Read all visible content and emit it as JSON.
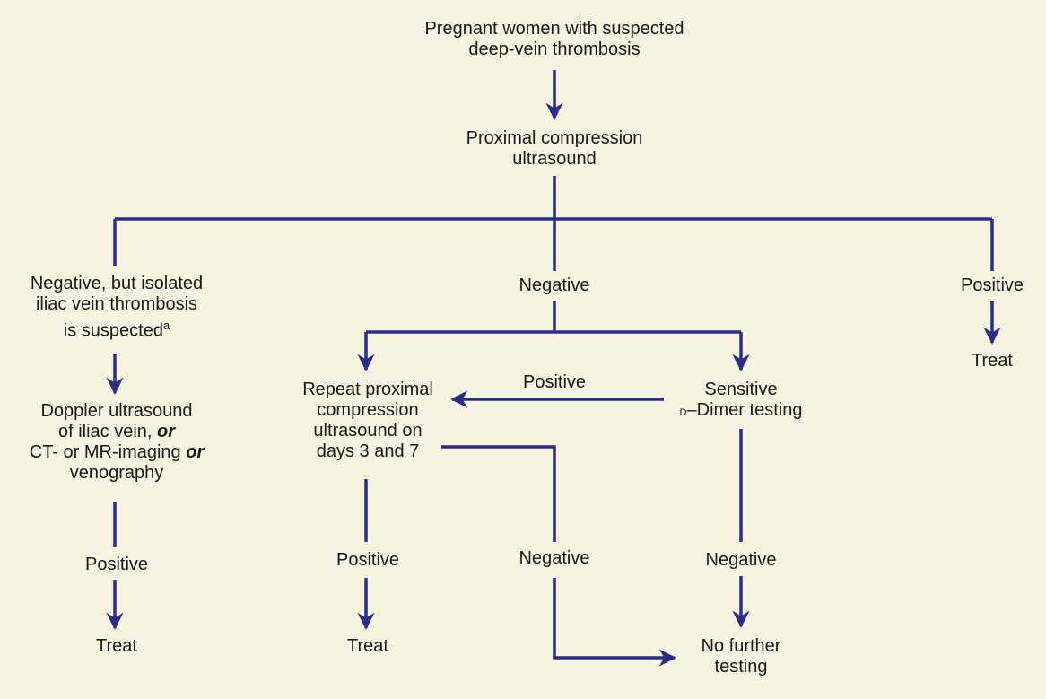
{
  "colors": {
    "background": "#f6f4e0",
    "arrow": "#2b2b8c",
    "text": "#1a1a1a"
  },
  "nodes": {
    "start": [
      "Pregnant women with suspected",
      "deep-vein thrombosis"
    ],
    "pcu": [
      "Proximal compression",
      "ultrasound"
    ],
    "neg_iliac": [
      "Negative, but isolated",
      "iliac vein thrombosis",
      "is suspected"
    ],
    "neg_iliac_sup": "a",
    "negative": "Negative",
    "positive": "Positive",
    "treat_right": "Treat",
    "doppler": {
      "l1": "Doppler ultrasound",
      "l2a": "of iliac vein, ",
      "l2b": "or",
      "l3a": "CT- or MR-imaging ",
      "l3b": "or",
      "l4": "venography"
    },
    "repeat": [
      "Repeat proximal",
      "compression",
      "ultrasound on",
      "days 3 and 7"
    ],
    "positive_arrow_label": "Positive",
    "ddimer": {
      "l1": "Sensitive",
      "l2_sc": "D",
      "l2": "–Dimer testing"
    },
    "positive_left": "Positive",
    "treat_left": "Treat",
    "positive_mid": "Positive",
    "treat_mid": "Treat",
    "negative_mid": "Negative",
    "negative_right": "Negative",
    "no_further": [
      "No further",
      "testing"
    ]
  }
}
